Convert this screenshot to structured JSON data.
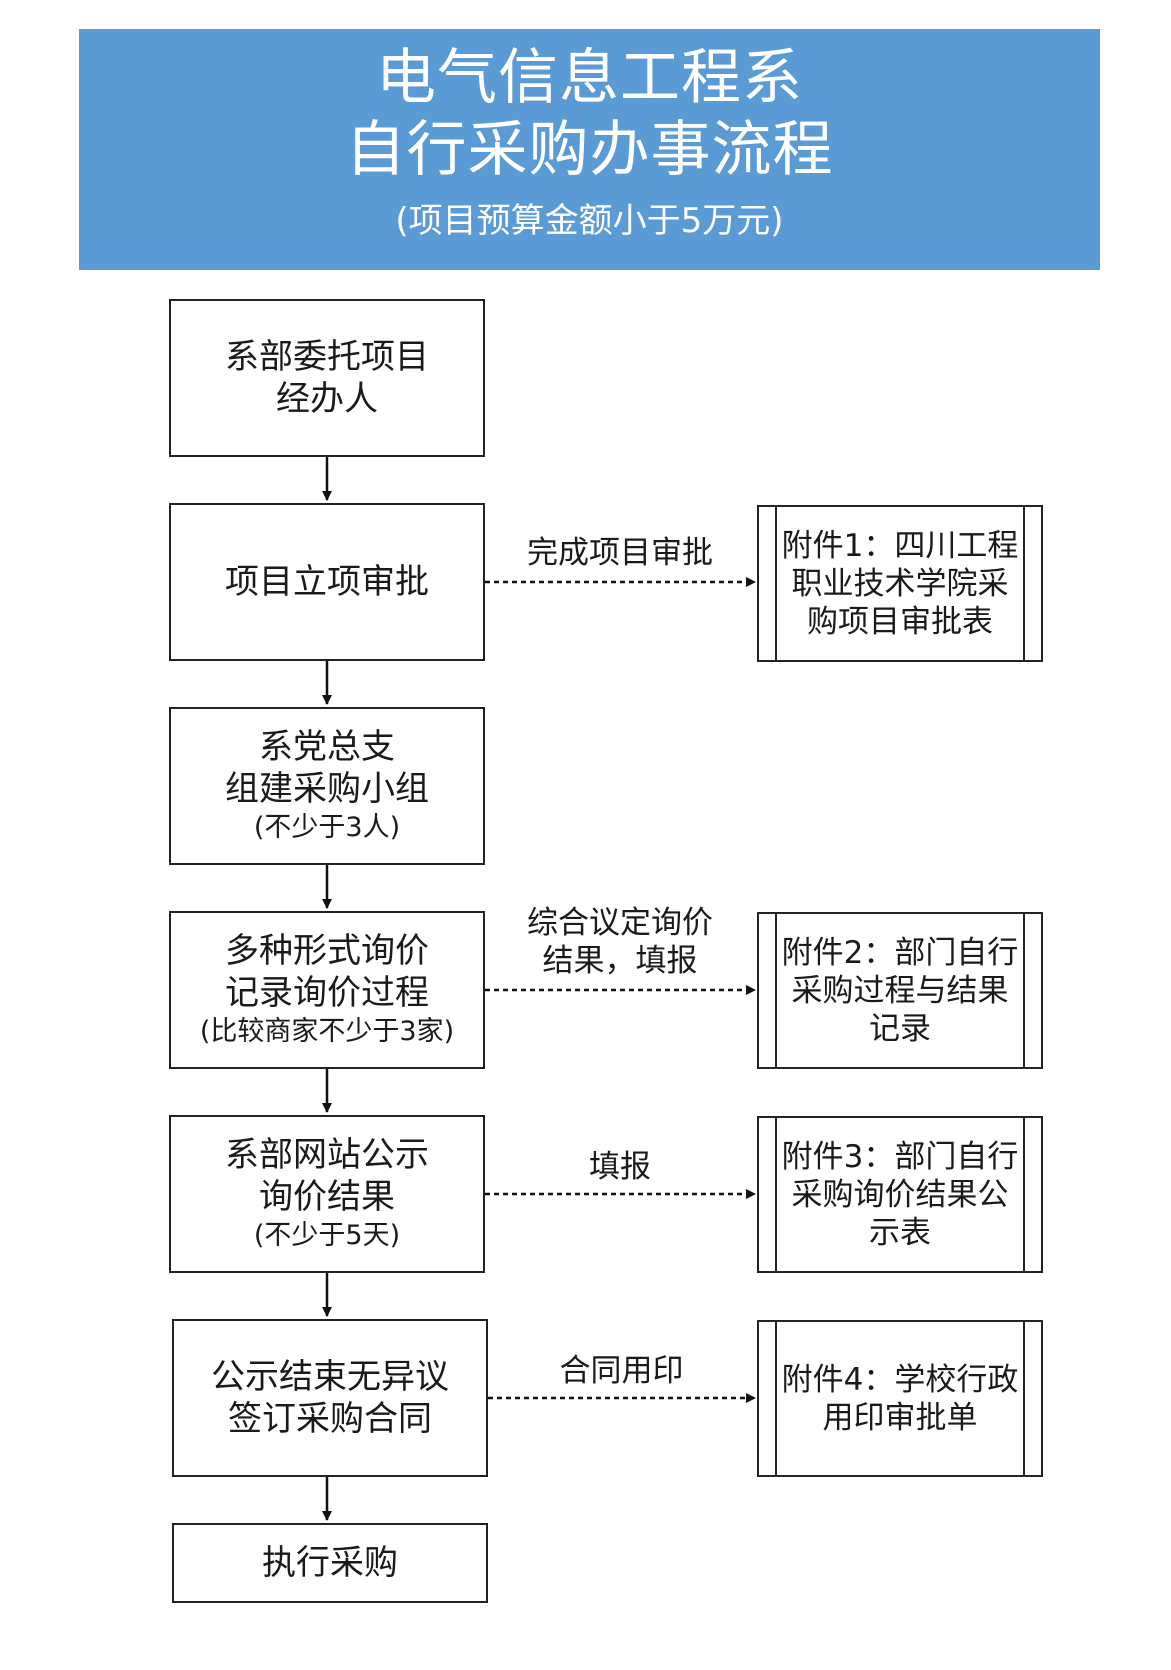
{
  "header": {
    "title_line1": "电气信息工程系",
    "title_line2": "自行采购办事流程",
    "subtitle": "(项目预算金额小于5万元)"
  },
  "steps": [
    {
      "lines": [
        "系部委托项目",
        "经办人"
      ],
      "note": ""
    },
    {
      "lines": [
        "项目立项审批"
      ],
      "note": ""
    },
    {
      "lines": [
        "系党总支",
        "组建采购小组"
      ],
      "note": "(不少于3人)"
    },
    {
      "lines": [
        "多种形式询价",
        "记录询价过程"
      ],
      "note": "(比较商家不少于3家)"
    },
    {
      "lines": [
        "系部网站公示",
        "询价结果"
      ],
      "note": "(不少于5天)"
    },
    {
      "lines": [
        "公示结束无异议",
        "签订采购合同"
      ],
      "note": ""
    },
    {
      "lines": [
        "执行采购"
      ],
      "note": ""
    }
  ],
  "attachments": [
    {
      "lines": [
        "附件1：四川工程",
        "职业技术学院采",
        "购项目审批表"
      ]
    },
    {
      "lines": [
        "附件2：部门自行",
        "采购过程与结果",
        "记录"
      ]
    },
    {
      "lines": [
        "附件3：部门自行",
        "采购询价结果公",
        "示表"
      ]
    },
    {
      "lines": [
        "附件4：学校行政",
        "用印审批单"
      ]
    }
  ],
  "edge_labels": [
    {
      "lines": [
        "完成项目审批"
      ]
    },
    {
      "lines": [
        "综合议定询价",
        "结果，填报"
      ]
    },
    {
      "lines": [
        "填报"
      ]
    },
    {
      "lines": [
        "合同用印"
      ]
    }
  ]
}
